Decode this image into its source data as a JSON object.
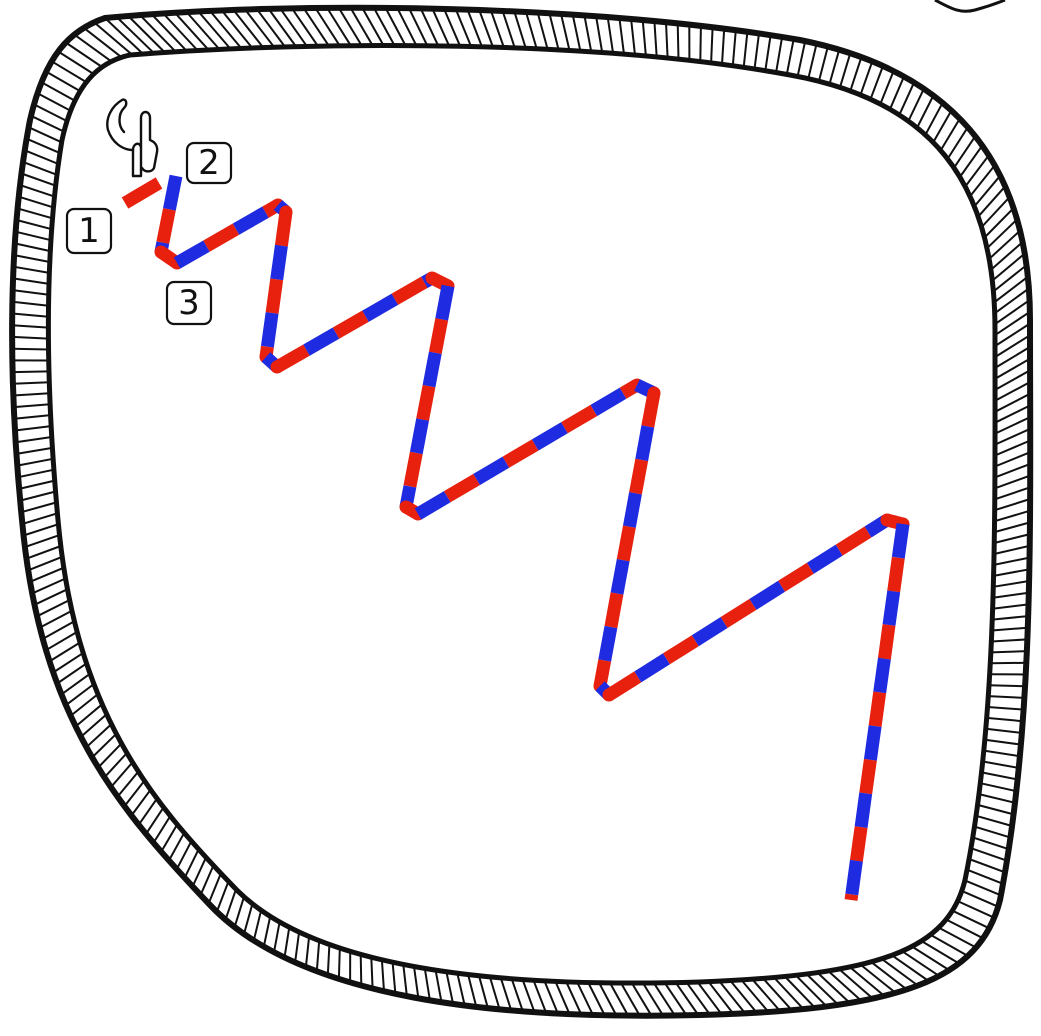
{
  "colors": {
    "ink": "#111111",
    "segment_a": "#e8210e",
    "segment_b": "#1f2be0",
    "background": "#ffffff"
  },
  "icons": [
    "hand-pointer-icon"
  ],
  "labels": [
    {
      "id": "step-1",
      "text": "1"
    },
    {
      "id": "step-2",
      "text": "2"
    },
    {
      "id": "step-3",
      "text": "3"
    }
  ]
}
